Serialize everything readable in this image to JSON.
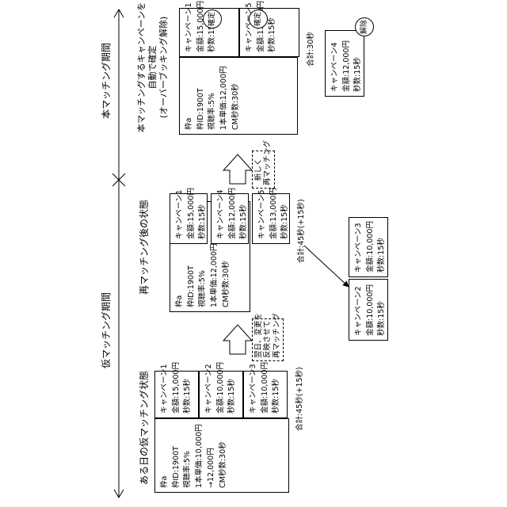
{
  "periods": {
    "provisional": "仮マッチング期間",
    "final": "本マッチング期間"
  },
  "sections": {
    "initial_title": "ある日の仮マッチング状態",
    "rematch_title": "再マッチング後の状態",
    "final_title_lines": [
      "本マッチングするキャンペーンを",
      "自動で確定",
      "(オーバーブッキング解除)"
    ]
  },
  "slot": {
    "name": "枠a",
    "id": "枠ID:1900T",
    "rating": "視聴率:5%",
    "unit_price_initial": "1本単価:10,000円",
    "unit_price_change": "→12,000円",
    "unit_price_rematched": "1本単価:12,000円",
    "cm_seconds": "CM秒数:30秒"
  },
  "campaigns": {
    "c1": {
      "name": "キャンペーン1",
      "amount": "金額:15,000円",
      "seconds": "秒数:15秒"
    },
    "c2": {
      "name": "キャンペーン2",
      "amount": "金額:10,000円",
      "seconds": "秒数:15秒"
    },
    "c3": {
      "name": "キャンペーン3",
      "amount": "金額:10,000円",
      "seconds": "秒数:15秒"
    },
    "c4": {
      "name": "キャンペーン4",
      "amount": "金額:12,000円",
      "seconds": "秒数:15秒"
    },
    "c5": {
      "name": "キャンペーン5",
      "amount": "金額:13,000円",
      "seconds": "秒数:15秒"
    }
  },
  "totals": {
    "initial": "合計:45秒(+15秒)",
    "rematch": "合計:45秒(+15秒)",
    "final": "合計:30秒"
  },
  "notes": {
    "next_day": [
      "翌日、変更を",
      "反映させて",
      "再マッチング"
    ],
    "new_rematch": [
      "新しく",
      "再マッチング"
    ]
  },
  "badges": {
    "confirmed": "確定",
    "released": "解除"
  }
}
